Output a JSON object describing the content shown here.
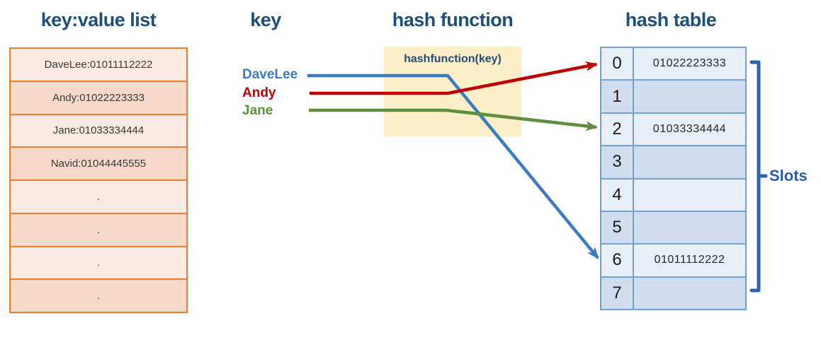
{
  "columns": {
    "list_title": "key:value list",
    "key_title": "key",
    "hash_function_title": "hash function",
    "hash_table_title": "hash table"
  },
  "list": {
    "rows": [
      "DaveLee:01011112222",
      "Andy:01022223333",
      "Jane:01033334444",
      "Navid:01044445555",
      ".",
      ".",
      ".",
      "."
    ]
  },
  "keys": {
    "items": [
      {
        "label": "DaveLee",
        "color": "#3B7BC4",
        "maps_to_slot": 6
      },
      {
        "label": "Andy",
        "color": "#C00000",
        "maps_to_slot": 0
      },
      {
        "label": "Jane",
        "color": "#5E8F3C",
        "maps_to_slot": 2
      }
    ]
  },
  "hash_function": {
    "box_label": "hashfunction(key)"
  },
  "hash_table": {
    "slots": [
      {
        "index": 0,
        "value": "01022223333"
      },
      {
        "index": 1,
        "value": ""
      },
      {
        "index": 2,
        "value": "01033334444"
      },
      {
        "index": 3,
        "value": ""
      },
      {
        "index": 4,
        "value": ""
      },
      {
        "index": 5,
        "value": ""
      },
      {
        "index": 6,
        "value": "01011112222"
      },
      {
        "index": 7,
        "value": ""
      }
    ],
    "slots_label": "Slots"
  },
  "colors": {
    "header_blue": "#1F4E79",
    "list_border": "#ED7D31",
    "list_row_light": "#FBEAE1",
    "list_row_dark": "#F6D9C8",
    "table_border": "#6FA2D6",
    "table_row_light": "#E9EFF8",
    "table_row_dark": "#CFDDEE",
    "hash_box_bg": "#FCEEC6",
    "bracket_blue": "#2E62AE"
  }
}
